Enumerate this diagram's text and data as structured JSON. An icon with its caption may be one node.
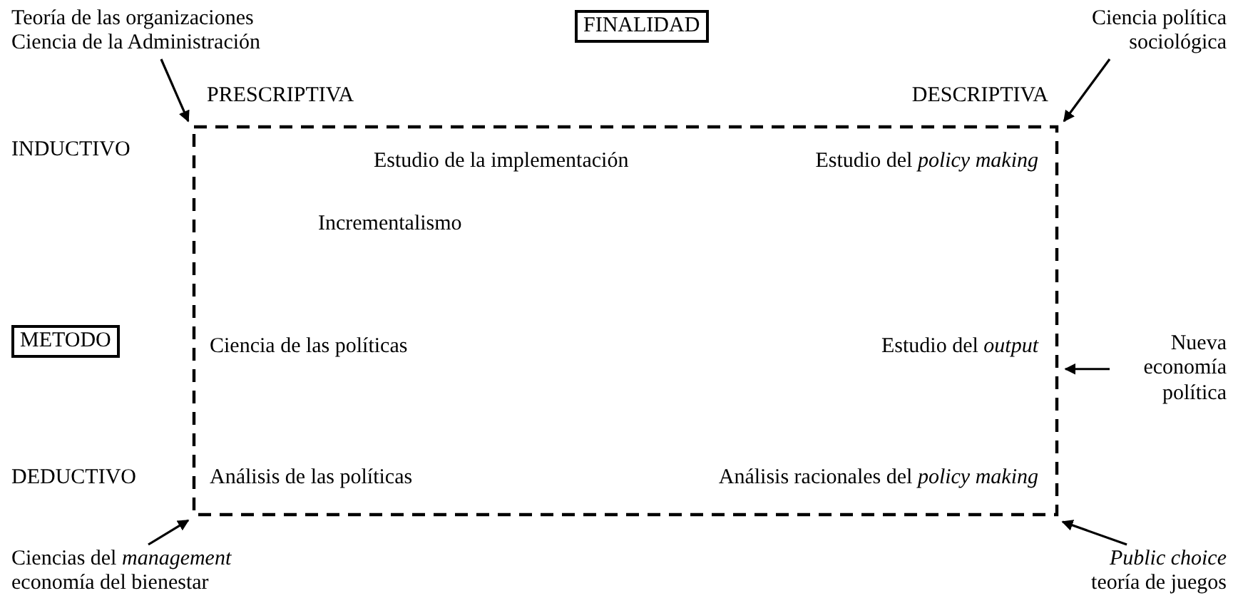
{
  "diagram": {
    "nodes": [
      {
        "text": [
          "FINALIDAD"
        ]
      },
      {
        "text": [
          "Teoría de las organizaciones",
          "Ciencia de la Administración"
        ]
      },
      {
        "text": [
          "Ciencia política",
          "sociológica"
        ]
      },
      {
        "text": [
          "METODO"
        ]
      },
      {
        "text": [],
        "shape": "box"
      },
      {
        "text": [
          "Nueva economía política"
        ]
      },
      {
        "text": [
          "Ciencias del *management*",
          "economía del bienestar"
        ]
      },
      {
        "text": [
          "*Public choice*",
          "teoría de juegos"
        ]
      }
    ],
    "edges": [
      {
        "from": 1,
        "to": 4,
        "arrow": "to"
      },
      {
        "from": 2,
        "to": 4,
        "arrow": "to"
      },
      {
        "from": 5,
        "to": 4,
        "arrow": "to"
      },
      {
        "from": 6,
        "to": 4,
        "arrow": "to"
      },
      {
        "from": 7,
        "to": 4,
        "arrow": "to"
      }
    ],
    "labels": [
      "PRESCRIPTIVA",
      "DESCRIPTIVA",
      "INDUCTIVO",
      "Estudio de la implementación",
      "Estudio del *policy making*",
      "Incrementalismo",
      "Ciencia de las políticas",
      "Estudio del *output*",
      "DEDUCTIVO",
      "Análisis de las políticas",
      "Análisis racionales del *policy making*"
    ]
  }
}
